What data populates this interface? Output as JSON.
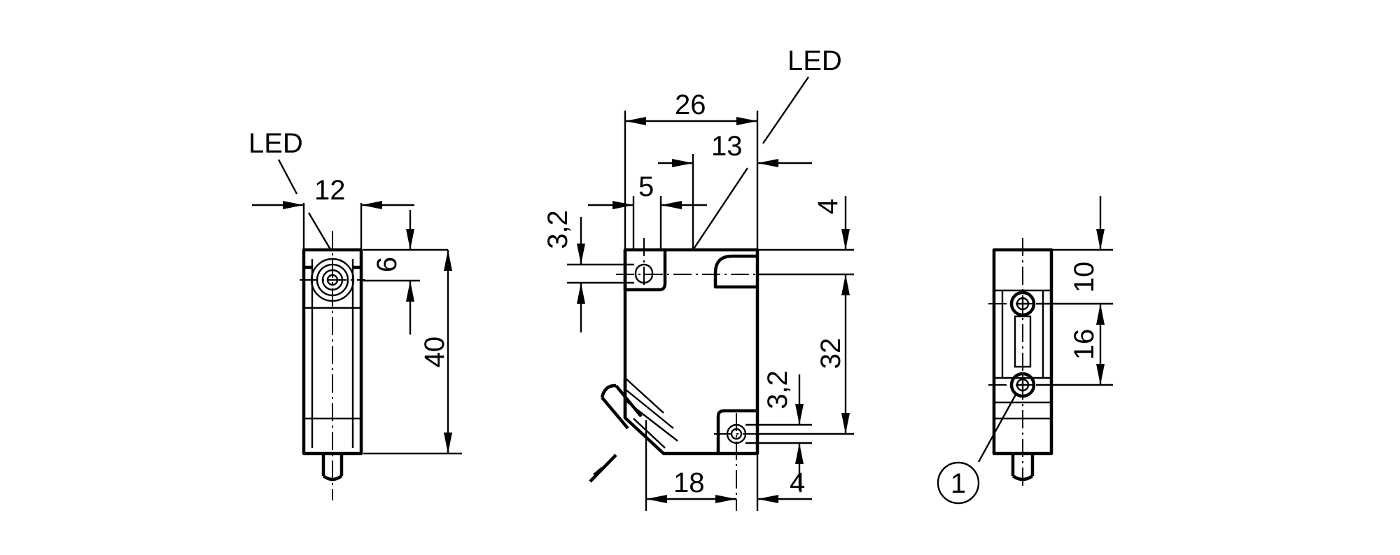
{
  "views": {
    "left": {
      "led_label": "LED",
      "dim_width": "12",
      "dim_led_offset": "6",
      "dim_height": "40"
    },
    "front": {
      "led_label": "LED",
      "dim_width": "26",
      "dim_led_offset": "13",
      "dim_hole_offset": "5",
      "dim_hole_top": "3,2",
      "dim_top_offset": "4",
      "dim_hole_spacing": "32",
      "dim_hole_bottom": "3,2",
      "dim_bottom_width": "18",
      "dim_bottom_offset": "4"
    },
    "right": {
      "dim_top": "10",
      "dim_spacing": "16",
      "callout_number": "1"
    }
  },
  "colors": {
    "line": "#000000",
    "background": "#ffffff"
  }
}
